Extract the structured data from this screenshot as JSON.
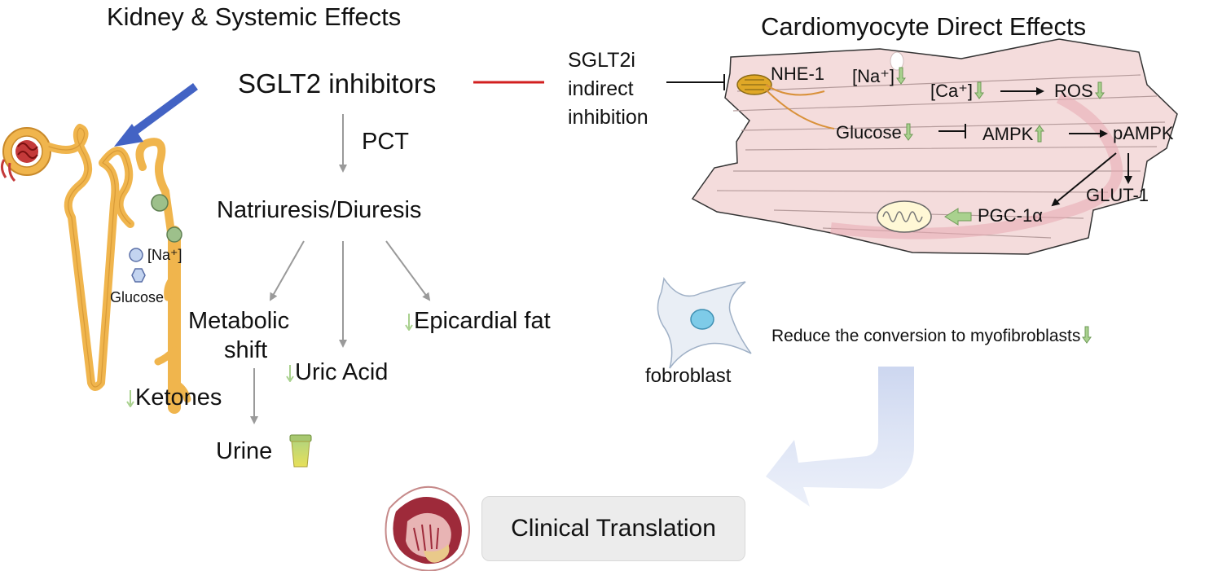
{
  "headers": {
    "left": "Kidney & Systemic Effects",
    "right": "Cardiomyocyte Direct Effects"
  },
  "flow": {
    "sglt2_inhibitors": "SGLT2 inhibitors",
    "pct": "PCT",
    "natriuresis": "Natriuresis/Diuresis",
    "metabolic_shift_line1": "Metabolic",
    "metabolic_shift_line2": "shift",
    "uric_acid": "Uric Acid",
    "epicardial_fat": "Epicardial fat",
    "ketones": "Ketones",
    "urine": "Urine"
  },
  "kidney": {
    "na_ion": "[Na⁺]",
    "glucose": "Glucose"
  },
  "inhibition": {
    "line1": "SGLT2i",
    "line2": "indirect",
    "line3": "inhibition"
  },
  "cardiomyocyte": {
    "nhe1": "NHE-1",
    "na": "[Na⁺]",
    "ca": "[Ca⁺]",
    "ros": "ROS",
    "glucose": "Glucose",
    "ampk": "AMPK",
    "pampk": "pAMPK",
    "glut1": "GLUT-1",
    "pgc1a": "PGC-1α"
  },
  "fibroblast": {
    "label": "fobroblast",
    "effect": "Reduce the conversion to myofibroblasts"
  },
  "clinical": {
    "label": "Clinical Translation"
  },
  "colors": {
    "red_line": "#d21f1f",
    "blue_arrow": "#4363c4",
    "gray_arrow": "#9a9a9a",
    "green_arrow": "#a9d18e",
    "cell_fill": "#f4dcdc",
    "tubule": "#f0b54d"
  }
}
